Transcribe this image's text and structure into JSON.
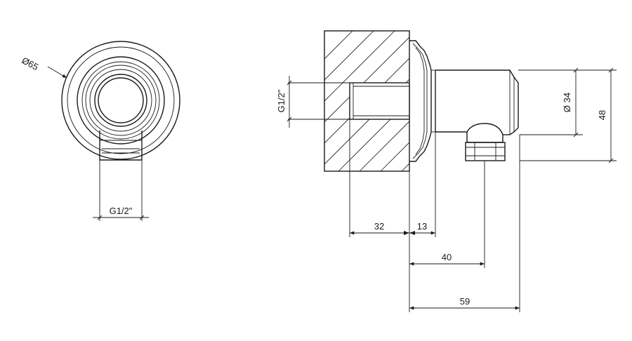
{
  "front_view": {
    "diameter_label": "Ø65",
    "thread_label": "G1/2\""
  },
  "side_view": {
    "thread_label": "G1/2\"",
    "diameter_label": "Ø 34",
    "height_label": "48",
    "dim_32": "32",
    "dim_13": "13",
    "dim_40": "40",
    "dim_59": "59"
  }
}
